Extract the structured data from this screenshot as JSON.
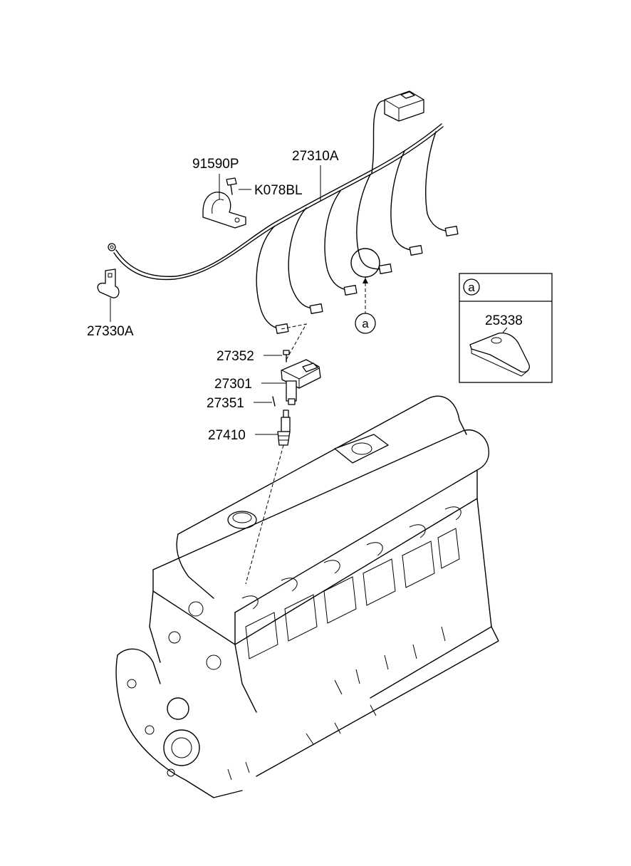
{
  "parts": {
    "clamp": "91590P",
    "harness": "27310A",
    "bolt": "K078BL",
    "bracket": "27330A",
    "coil_bolt": "27352",
    "ignition_coil": "27301",
    "coil_pin": "27351",
    "spark_plug": "27410"
  },
  "callout": {
    "ref_letter": "a",
    "inset_header": "a",
    "inset_part": "25338"
  }
}
